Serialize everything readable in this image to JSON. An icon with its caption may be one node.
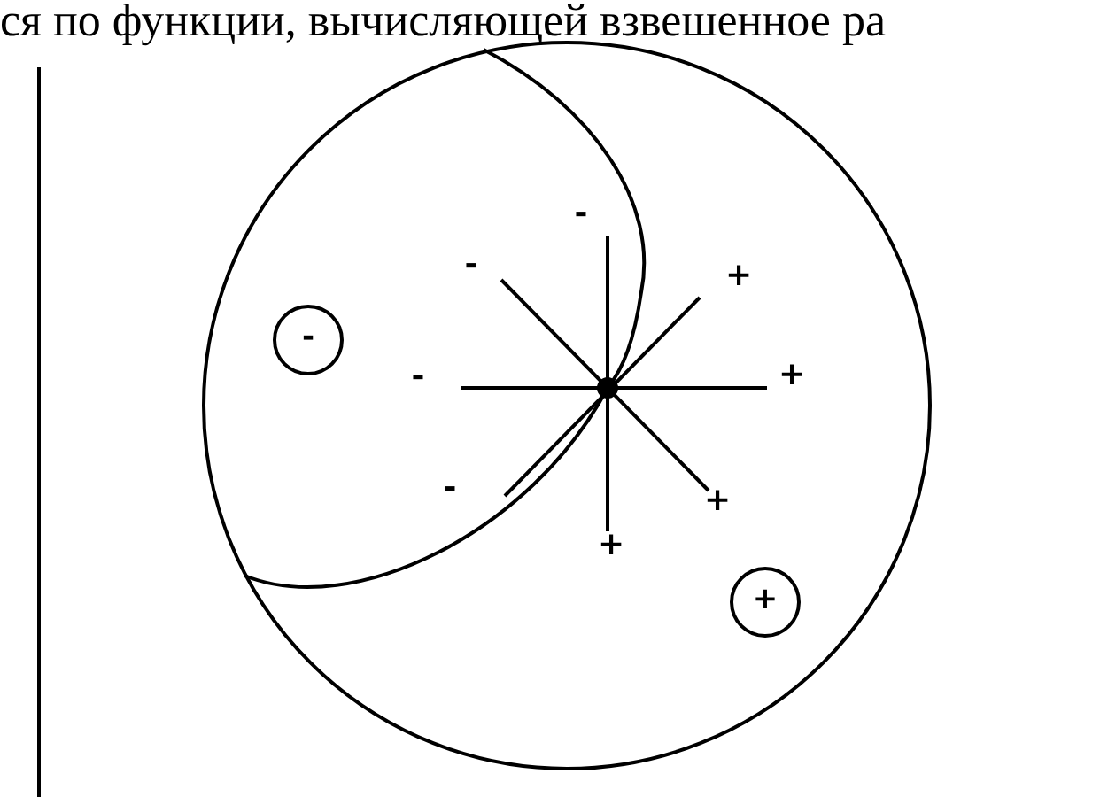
{
  "diagram": {
    "nodes": [
      {
        "text": [],
        "shape": "circle"
      },
      {
        "text": [
          "-"
        ],
        "in": 0
      },
      {
        "text": [
          "+"
        ],
        "in": 0
      }
    ],
    "edges": [],
    "labels": [
      "ся по функции, вычисляющей взвешенное ра",
      "-",
      "-",
      "+",
      "-",
      "+",
      "-",
      "+",
      "+"
    ]
  }
}
